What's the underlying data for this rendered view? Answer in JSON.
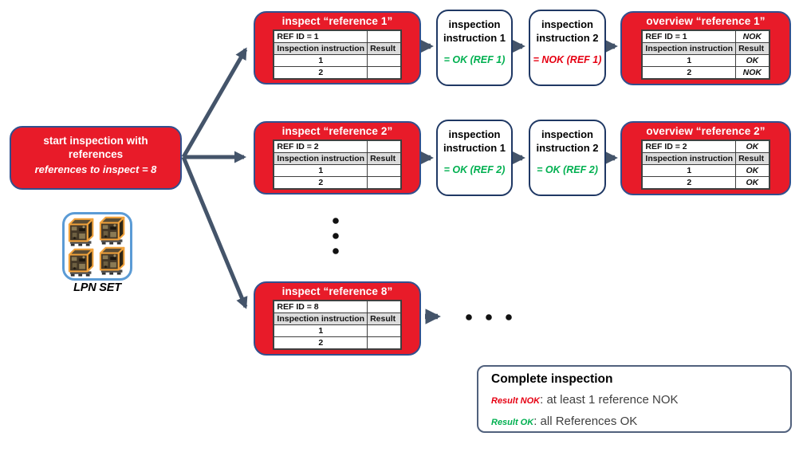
{
  "colors": {
    "box_red": "#e81b29",
    "arrow_slate": "#44546a",
    "ok_green": "#00b050",
    "nok_red": "#e60012",
    "navy_border": "#1f3864",
    "header_gray": "#dcdcdc"
  },
  "start": {
    "title_line1": "start inspection with",
    "title_line2": "references",
    "subtitle": "references to inspect = 8"
  },
  "lpn": {
    "label": "LPN SET"
  },
  "branches": [
    {
      "inspect": {
        "title": "inspect “reference 1”",
        "table": {
          "ref": "REF ID = 1",
          "ref_result": "",
          "col_instruction": "Inspection instruction",
          "col_result": "Result",
          "row1": "1",
          "row1_result": "",
          "row2": "2",
          "row2_result": ""
        }
      },
      "step1": {
        "line1": "inspection",
        "line2": "instruction 1",
        "result": "= OK (REF 1)"
      },
      "step2": {
        "line1": "inspection",
        "line2": "instruction 2",
        "result": "= NOK (REF 1)"
      },
      "overview": {
        "title": "overview “reference 1”",
        "table": {
          "ref": "REF ID = 1",
          "ref_result": "NOK",
          "col_instruction": "Inspection instruction",
          "col_result": "Result",
          "row1": "1",
          "row1_result": "OK",
          "row2": "2",
          "row2_result": "NOK"
        }
      }
    },
    {
      "inspect": {
        "title": "inspect “reference 2”",
        "table": {
          "ref": "REF ID = 2",
          "ref_result": "",
          "col_instruction": "Inspection instruction",
          "col_result": "Result",
          "row1": "1",
          "row1_result": "",
          "row2": "2",
          "row2_result": ""
        }
      },
      "step1": {
        "line1": "inspection",
        "line2": "instruction 1",
        "result": "= OK (REF 2)"
      },
      "step2": {
        "line1": "inspection",
        "line2": "instruction 2",
        "result": "= OK (REF 2)"
      },
      "overview": {
        "title": "overview “reference 2”",
        "table": {
          "ref": "REF ID = 2",
          "ref_result": "OK",
          "col_instruction": "Inspection instruction",
          "col_result": "Result",
          "row1": "1",
          "row1_result": "OK",
          "row2": "2",
          "row2_result": "OK"
        }
      }
    },
    {
      "inspect": {
        "title": "inspect “reference 8”",
        "table": {
          "ref": "REF ID = 8",
          "ref_result": "",
          "col_instruction": "Inspection instruction",
          "col_result": "Result",
          "row1": "1",
          "row1_result": "",
          "row2": "2",
          "row2_result": ""
        }
      }
    }
  ],
  "complete": {
    "title": "Complete inspection",
    "nok_label": "Result NOK",
    "nok_text": ": at least 1 reference NOK",
    "ok_label": "Result OK",
    "ok_text": ": all References OK"
  }
}
